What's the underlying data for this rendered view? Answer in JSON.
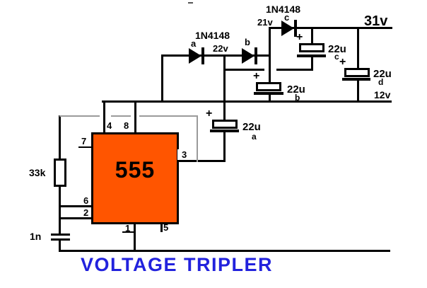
{
  "title": "VOLTAGE TRIPLER",
  "colors": {
    "ic_fill": "#ff5500",
    "wire": "#000000",
    "wire_gray": "#9a9a9a",
    "title_text": "#2222dd"
  },
  "ic555": {
    "part": "555",
    "pin1": "1",
    "pin2": "2",
    "pin3": "3",
    "pin4": "4",
    "pin5": "5",
    "pin6": "6",
    "pin7": "7",
    "pin8": "8"
  },
  "resistor_r1": {
    "value": "33k"
  },
  "capacitor_timing": {
    "value": "1n"
  },
  "diodes": {
    "part_ab": "1N4148",
    "part_c": "1N4148",
    "a": "a",
    "b": "b",
    "c": "c"
  },
  "cap_a": {
    "value": "22u",
    "id": "a",
    "plus": "+"
  },
  "cap_b": {
    "value": "22u",
    "id": "b",
    "plus": "+"
  },
  "cap_c": {
    "value": "22u",
    "id": "c",
    "plus": "+"
  },
  "cap_d": {
    "value": "22u",
    "id": "d",
    "plus": "+"
  },
  "voltages": {
    "node_ab": "22v",
    "node_bc": "21v",
    "output": "31v",
    "supply": "12v"
  }
}
